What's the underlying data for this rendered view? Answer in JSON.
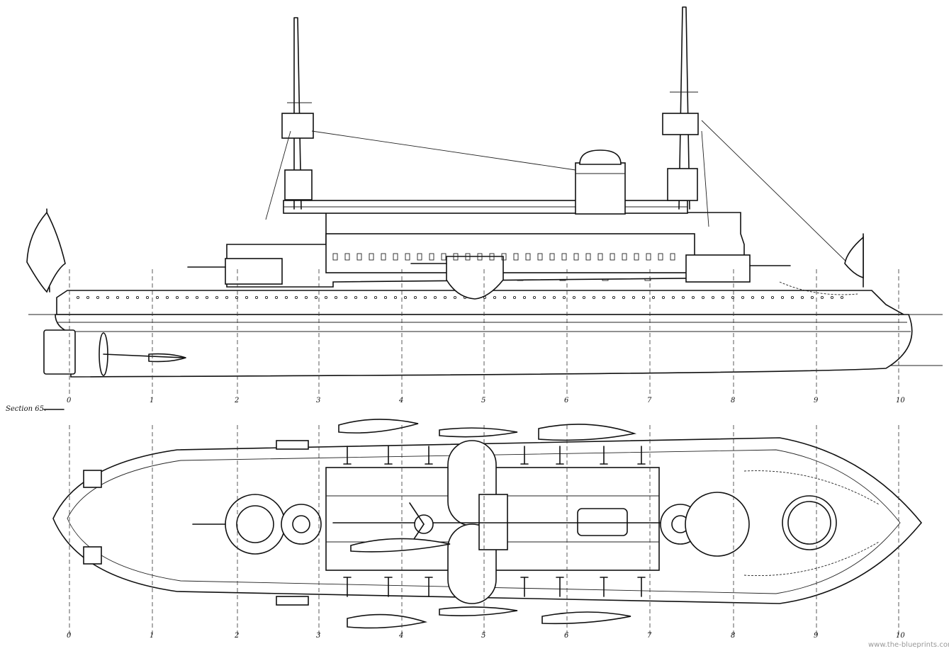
{
  "section_label": "Section 65.",
  "station_numbers": [
    "0",
    "1",
    "2",
    "3",
    "4",
    "5",
    "6",
    "7",
    "8",
    "9",
    "10"
  ],
  "watermark": "www.the-blueprints.com"
}
